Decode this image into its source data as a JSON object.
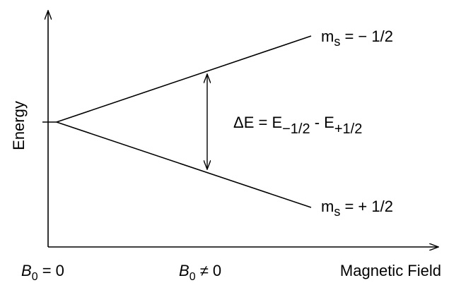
{
  "axes": {
    "y_label": "Energy",
    "x_label": "Magnetic Field"
  },
  "x_ticks": {
    "left": {
      "symbol": "B",
      "subscript": "0",
      "relation": " = 0"
    },
    "right": {
      "symbol": "B",
      "subscript": "0",
      "relation": " ≠ 0"
    }
  },
  "levels": {
    "upper": {
      "symbol": "m",
      "subscript": "s",
      "value": " = − 1/2"
    },
    "lower": {
      "symbol": "m",
      "subscript": "s",
      "value": " = + 1/2"
    }
  },
  "gap": {
    "prefix": "ΔE = E",
    "sub1": "−1/2",
    "mid": " - E",
    "sub2": "+1/2"
  },
  "colors": {
    "ink": "#000000",
    "background": "#ffffff"
  }
}
